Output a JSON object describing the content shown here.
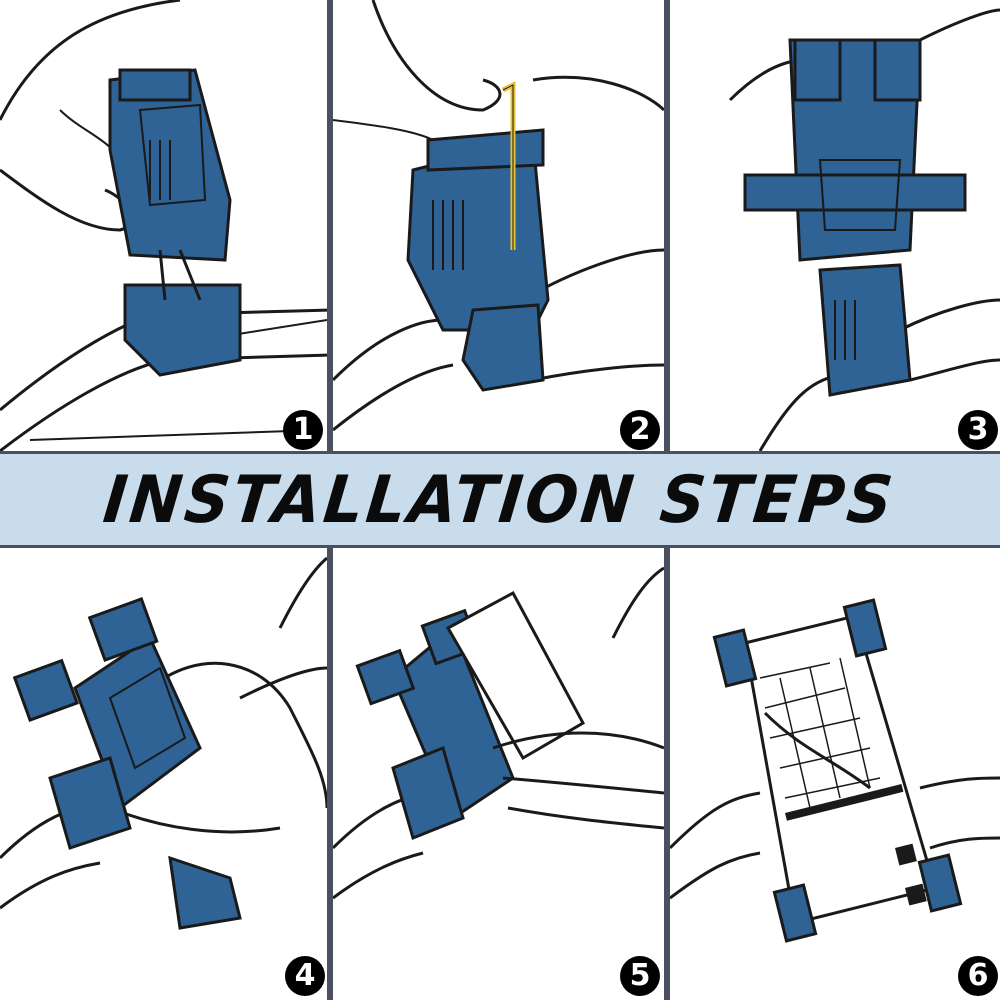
{
  "banner": {
    "title": "INSTALLATION STEPS"
  },
  "steps": [
    {
      "number": "1"
    },
    {
      "number": "2"
    },
    {
      "number": "3"
    },
    {
      "number": "4"
    },
    {
      "number": "5"
    },
    {
      "number": "6"
    }
  ],
  "colors": {
    "mount_blue": "#2f6396",
    "banner_bg": "#c9dcec",
    "line": "#1a1a1a",
    "hex_key": "#e6c23a",
    "badge": "#000000"
  }
}
